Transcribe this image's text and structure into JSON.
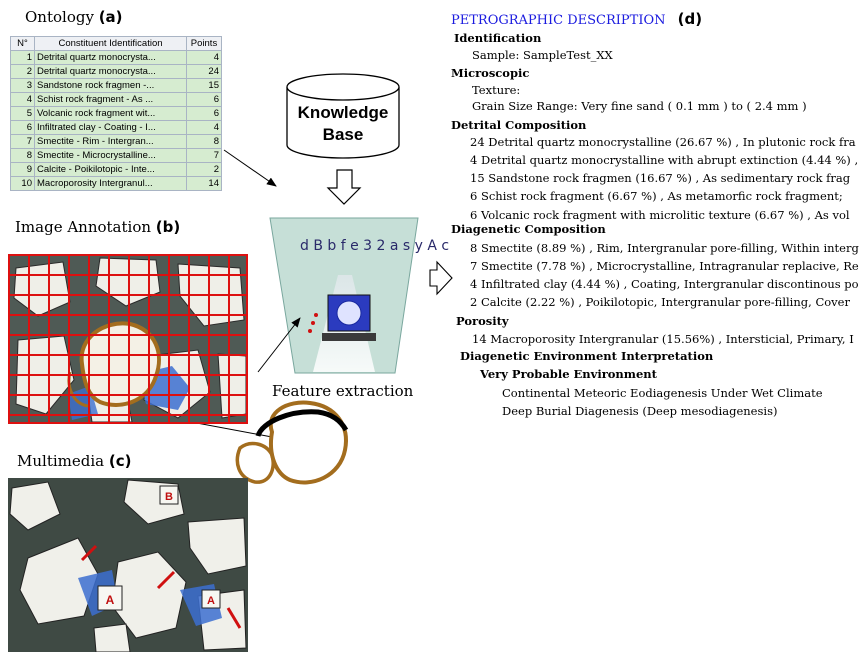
{
  "sections": {
    "ontology": {
      "title": "Ontology",
      "letter": "(a)"
    },
    "annotation": {
      "title": "Image Annotation",
      "letter": "(b)"
    },
    "multimedia": {
      "title": "Multimedia",
      "letter": "(c)"
    },
    "description": {
      "title": "PETROGRAPHIC DESCRIPTION",
      "letter": "(d)"
    }
  },
  "ontology_table": {
    "headers": [
      "N°",
      "Constituent Identification",
      "Points"
    ],
    "rows": [
      {
        "n": "1",
        "name": "Detrital quartz monocrysta...",
        "points": "4"
      },
      {
        "n": "2",
        "name": "Detrital quartz monocrysta...",
        "points": "24"
      },
      {
        "n": "3",
        "name": "Sandstone rock fragmen -...",
        "points": "15"
      },
      {
        "n": "4",
        "name": "Schist rock fragment - As ...",
        "points": "6"
      },
      {
        "n": "5",
        "name": "Volcanic rock fragment wit...",
        "points": "6"
      },
      {
        "n": "6",
        "name": "Infiltrated clay - Coating - I...",
        "points": "4"
      },
      {
        "n": "7",
        "name": "Smectite - Rim - Intergran...",
        "points": "8"
      },
      {
        "n": "8",
        "name": "Smectite - Microcrystalline...",
        "points": "7"
      },
      {
        "n": "9",
        "name": "Calcite - Poikilotopic - Inte...",
        "points": "2"
      },
      {
        "n": "10",
        "name": "Macroporosity Intergranul...",
        "points": "14"
      }
    ]
  },
  "knowledge_base": {
    "line1": "Knowledge",
    "line2": "Base"
  },
  "feature_extraction": "Feature extraction",
  "engine_letters": "d B b f e 3 2 a s y A c",
  "micrograph_labels": {
    "a1": "A",
    "a2": "A",
    "b": "B"
  },
  "description": {
    "identification_h": "Identification",
    "sample": "Sample: SampleTest_XX",
    "microscopic_h": "Microscopic",
    "texture": "Texture:",
    "grain_size": "Grain Size Range: Very fine sand ( 0.1 mm ) to ( 2.4 mm )",
    "detrital_h": "Detrital Composition",
    "detrital": [
      "24 Detrital quartz monocrystalline (26.67 %) , In plutonic rock fra",
      "4 Detrital quartz monocrystalline with abrupt extinction (4.44 %) ,",
      "15 Sandstone rock fragmen (16.67 %) , As sedimentary rock frag",
      "6 Schist rock fragment (6.67 %) , As metamorfic rock fragment;",
      "6 Volcanic rock fragment with microlitic texture (6.67 %) , As vol"
    ],
    "diagenetic_h": "Diagenetic Composition",
    "diagenetic": [
      "8 Smectite (8.89 %) , Rim, Intergranular pore-filling, Within interg",
      "7 Smectite (7.78 %) , Microcrystalline, Intragranular replacive, Re",
      "4 Infiltrated clay (4.44 %) , Coating, Intergranular discontinous po",
      "2 Calcite (2.22 %) , Poikilotopic, Intergranular pore-filling, Cover"
    ],
    "porosity_h": "Porosity",
    "porosity": "14 Macroporosity Intergranular (15.56%) , Intersticial, Primary, I",
    "env_h": "Diagenetic Environment Interpretation",
    "very_probable_h": "Very Probable Environment",
    "env": [
      "Continental Meteoric Eodiagenesis Under Wet Climate",
      "Deep Burial Diagenesis (Deep mesodiagenesis)"
    ]
  },
  "colors": {
    "title_blue": "#1a1adf",
    "grid_red": "#dd1010",
    "table_green": "#d6ecd0",
    "outline_brown": "#a36d1e",
    "monitor_blue": "#2b3bbf"
  }
}
